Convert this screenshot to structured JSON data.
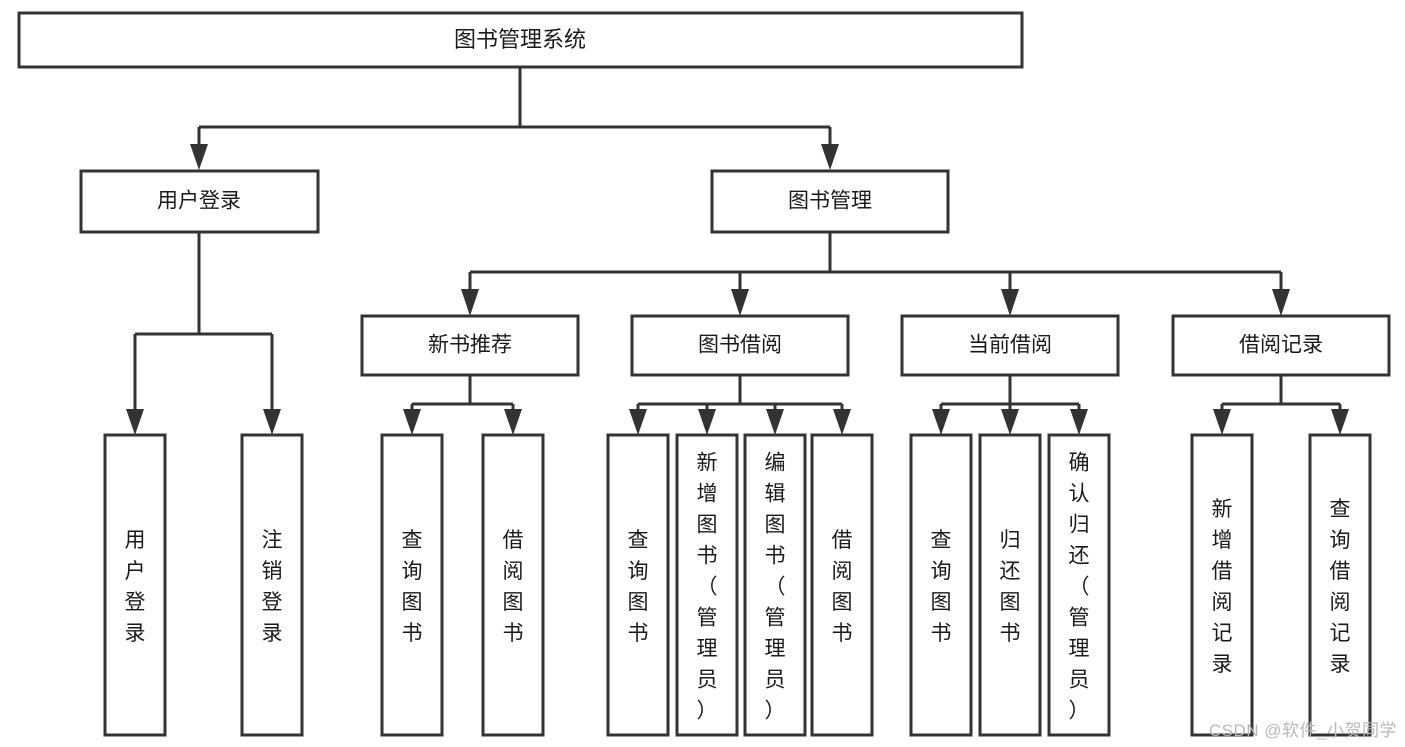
{
  "diagram": {
    "type": "tree-hierarchy-chart",
    "title": "图书管理系统",
    "watermark": "CSDN @软件_小贺同学",
    "colors": {
      "background": "#ffffff",
      "box_fill": "#ffffff",
      "box_stroke": "#333333",
      "text": "#1a1a1a",
      "watermark": "#b9b9b9"
    },
    "levels": {
      "root": {
        "label": "图书管理系统"
      },
      "level2": [
        {
          "id": "user-login",
          "label": "用户登录"
        },
        {
          "id": "book-manage",
          "label": "图书管理"
        }
      ],
      "level3": [
        {
          "id": "new-book-rec",
          "label": "新书推荐",
          "parent": "book-manage"
        },
        {
          "id": "book-borrow",
          "label": "图书借阅",
          "parent": "book-manage"
        },
        {
          "id": "current-borrow",
          "label": "当前借阅",
          "parent": "book-manage"
        },
        {
          "id": "borrow-record",
          "label": "借阅记录",
          "parent": "book-manage"
        }
      ],
      "leaves": [
        {
          "id": "leaf-user-login",
          "label": "用户登录",
          "parent": "user-login"
        },
        {
          "id": "leaf-user-logout",
          "label": "注销登录",
          "parent": "user-login"
        },
        {
          "id": "leaf-rec-query-book",
          "label": "查询图书",
          "parent": "new-book-rec"
        },
        {
          "id": "leaf-rec-borrow-book",
          "label": "借阅图书",
          "parent": "new-book-rec"
        },
        {
          "id": "leaf-borrow-query-book",
          "label": "查询图书",
          "parent": "book-borrow"
        },
        {
          "id": "leaf-borrow-add-book",
          "label": "新增图书（管理员）",
          "parent": "book-borrow"
        },
        {
          "id": "leaf-borrow-edit-book",
          "label": "编辑图书（管理员）",
          "parent": "book-borrow"
        },
        {
          "id": "leaf-borrow-borrow-book",
          "label": "借阅图书",
          "parent": "book-borrow"
        },
        {
          "id": "leaf-cur-query-book",
          "label": "查询图书",
          "parent": "current-borrow"
        },
        {
          "id": "leaf-cur-return-book",
          "label": "归还图书",
          "parent": "current-borrow"
        },
        {
          "id": "leaf-cur-confirm-return",
          "label": "确认归还（管理员）",
          "parent": "current-borrow"
        },
        {
          "id": "leaf-rec-add-record",
          "label": "新增借阅记录",
          "parent": "borrow-record"
        },
        {
          "id": "leaf-rec-query-record",
          "label": "查询借阅记录",
          "parent": "borrow-record"
        }
      ]
    }
  }
}
